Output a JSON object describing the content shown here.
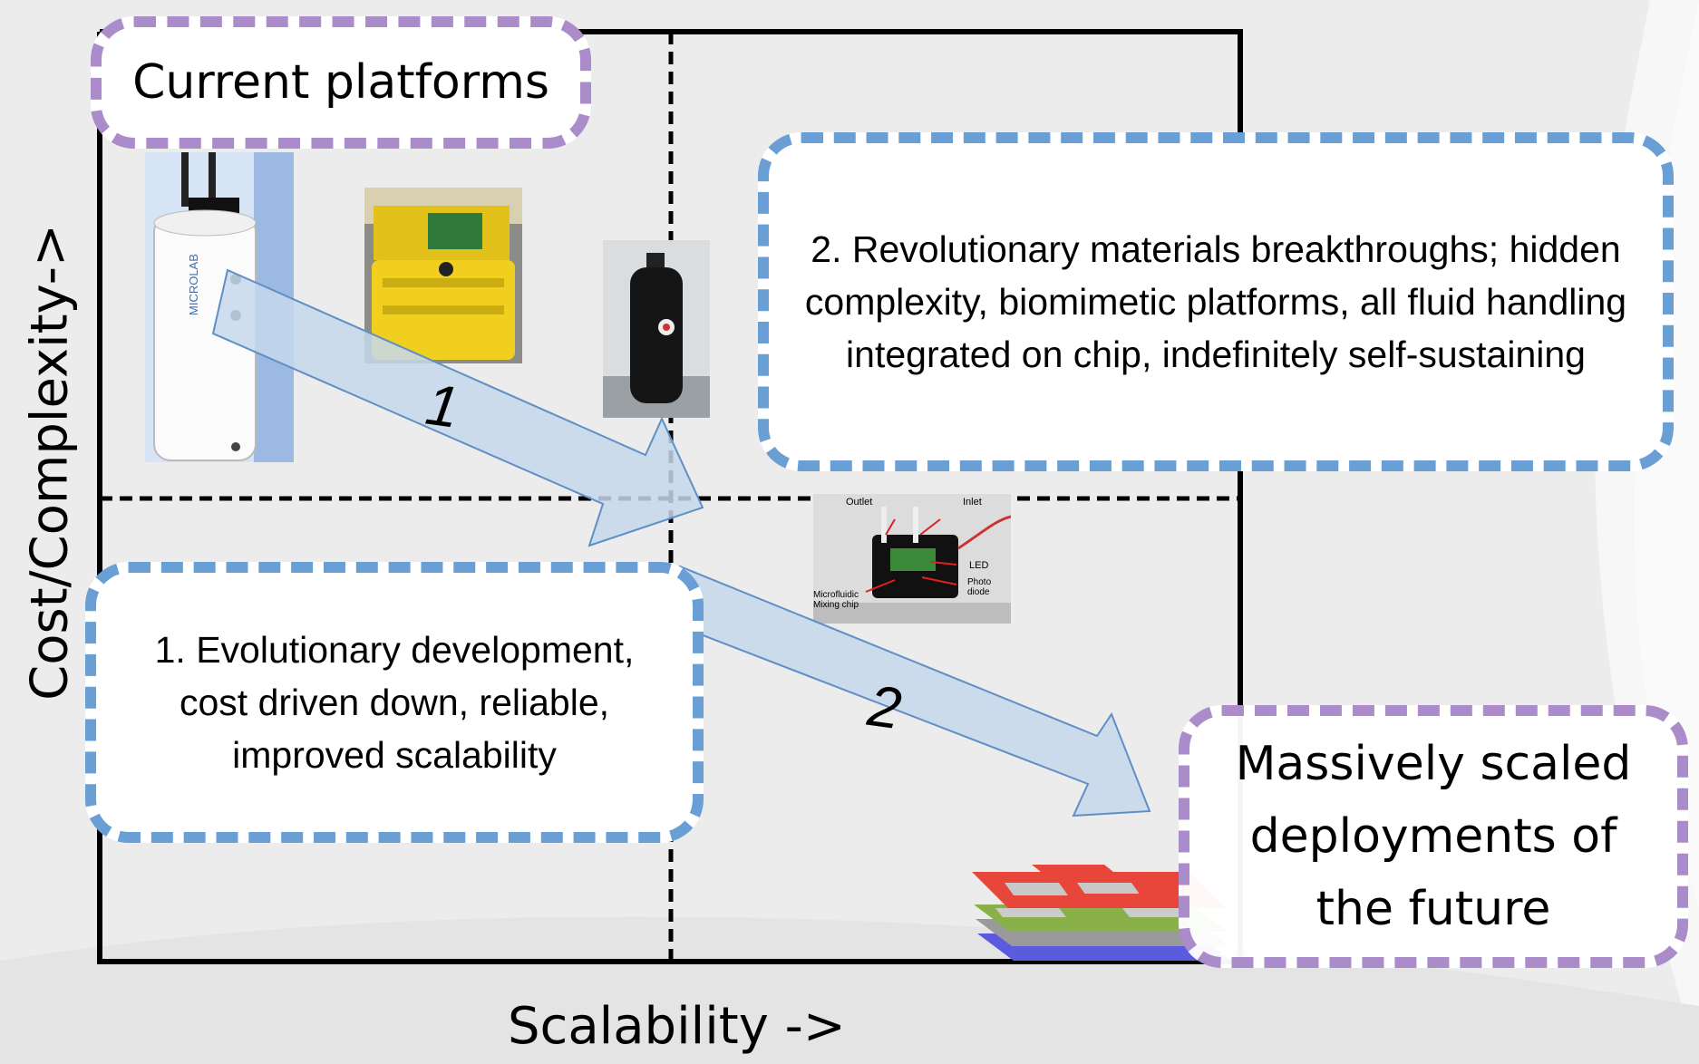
{
  "axes": {
    "y_label": "Cost/Complexity->",
    "x_label": "Scalability ->"
  },
  "boxes": {
    "current_platforms": "Current platforms",
    "revolutionary": "2.  Revolutionary materials breakthroughs; hidden complexity, biomimetic platforms, all fluid handling integrated on chip, indefinitely self-sustaining",
    "evolutionary": "1.  Evolutionary development, cost driven down, reliable, improved scalability",
    "massively_scaled": "Massively scaled deployments of the future"
  },
  "arrows": {
    "arrow1_label": "1",
    "arrow2_label": "2"
  },
  "photos": {
    "microlab_text": "MICROLAB",
    "chip_labels": {
      "outlet": "Outlet",
      "inlet": "Inlet",
      "led": "LED",
      "photodiode": "Photo diode",
      "mixing_chip": "Microfluidic Mixing chip"
    }
  },
  "colors": {
    "purple_border": "#a98cc9",
    "blue_border": "#6a9fd6",
    "arrow_fill": "#c6d8ec",
    "arrow_stroke": "#5f8fc4"
  }
}
